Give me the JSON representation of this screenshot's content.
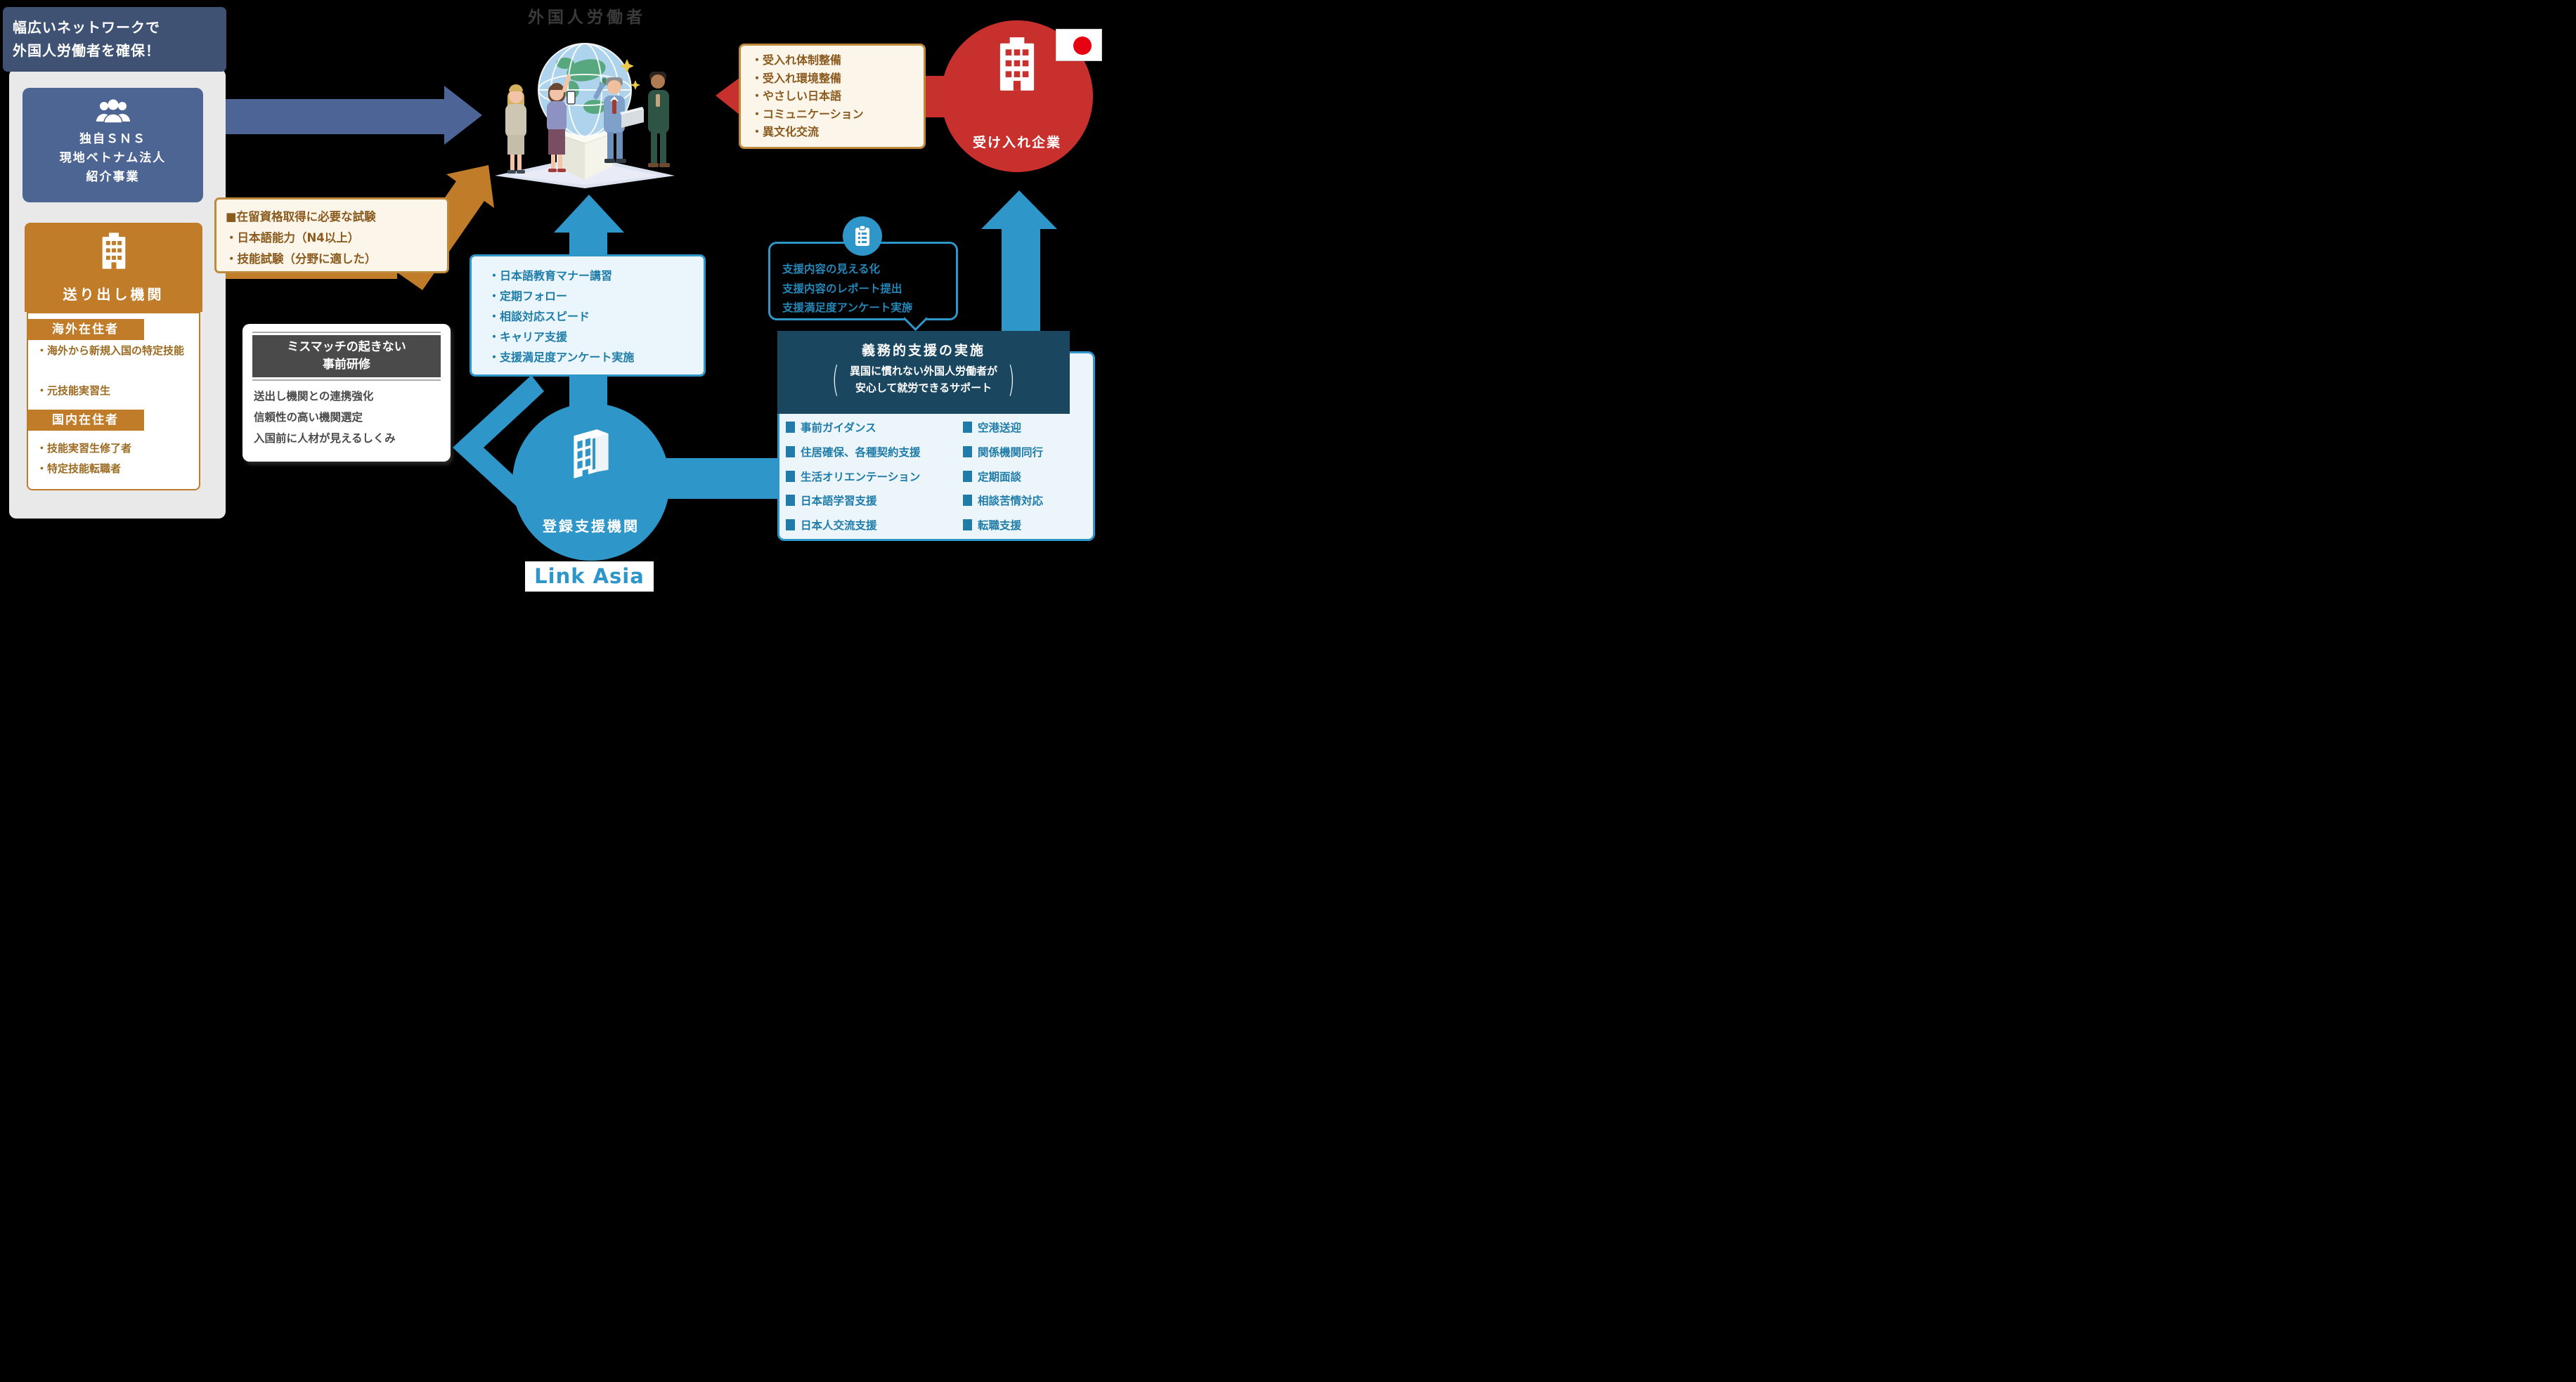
{
  "title": "外国人労働者",
  "left_panel": {
    "banner": {
      "line1": "幅広いネットワークで",
      "line2": "外国人労働者を確保！"
    },
    "sns_box": {
      "lines": [
        "独自ＳＮＳ",
        "現地ベトナム法人",
        "紹介事業"
      ]
    },
    "sending_org": {
      "label": "送り出し機関"
    },
    "overseas": {
      "header": "海外在住者",
      "items": [
        "・海外から新規入国の特定技能",
        "・元技能実習生"
      ]
    },
    "domestic": {
      "header": "国内在住者",
      "items": [
        "・技能実習生修了者",
        "・特定技能転職者"
      ]
    }
  },
  "exam_box": {
    "lines": [
      "■在留資格取得に必要な試験",
      "・日本語能力（N4以上）",
      "・技能試験（分野に適した）"
    ]
  },
  "mismatch_box": {
    "title_line1": "ミスマッチの起きない",
    "title_line2": "事前研修",
    "body": [
      "送出し機関との連携強化",
      "信頼性の高い機関選定",
      "入国前に人材が見えるしくみ"
    ]
  },
  "center_box": {
    "lines": [
      "・日本語教育マナー講習",
      "・定期フォロー",
      "・相談対応スピード",
      "・キャリア支援",
      "・支援満足度アンケート実施"
    ]
  },
  "accept_box": {
    "lines": [
      "・受入れ体制整備",
      "・受入れ環境整備",
      "・やさしい日本語",
      "・コミュニケーション",
      "・異文化交流"
    ]
  },
  "accept_company": {
    "label": "受け入れ企業"
  },
  "bubble": {
    "lines": [
      "支援内容の見える化",
      "支援内容のレポート提出",
      "支援満足度アンケート実施"
    ]
  },
  "duty_box": {
    "title": "義務的支援の実施",
    "paren_open": "(",
    "paren_close": ")",
    "sub_line1": "異国に慣れない外国人労働者が",
    "sub_line2": "安心して就労できるサポート"
  },
  "support_panel": {
    "left": [
      "事前ガイダンス",
      "住居確保、各種契約支援",
      "生活オリエンテーション",
      "日本語学習支援",
      "日本人交流支援"
    ],
    "right": [
      "空港送迎",
      "関係機関同行",
      "定期面談",
      "相談苦情対応",
      "転職支援"
    ]
  },
  "registered_org": {
    "label": "登録支援機関",
    "brand": "Link Asia"
  },
  "colors": {
    "navy": "#3f5273",
    "slate_blue": "#4d6593",
    "orange": "#c07c28",
    "tan_border": "#c08a3e",
    "brown_text": "#8a5a1f",
    "red": "#c8302e",
    "blue": "#2e96c8",
    "dark_teal": "#1a465f",
    "light_panel": "#ecf5fa",
    "blue_text": "#1f7ca8",
    "gray_panel": "#e9e9e9",
    "dark_gray": "#4a4a4a"
  }
}
